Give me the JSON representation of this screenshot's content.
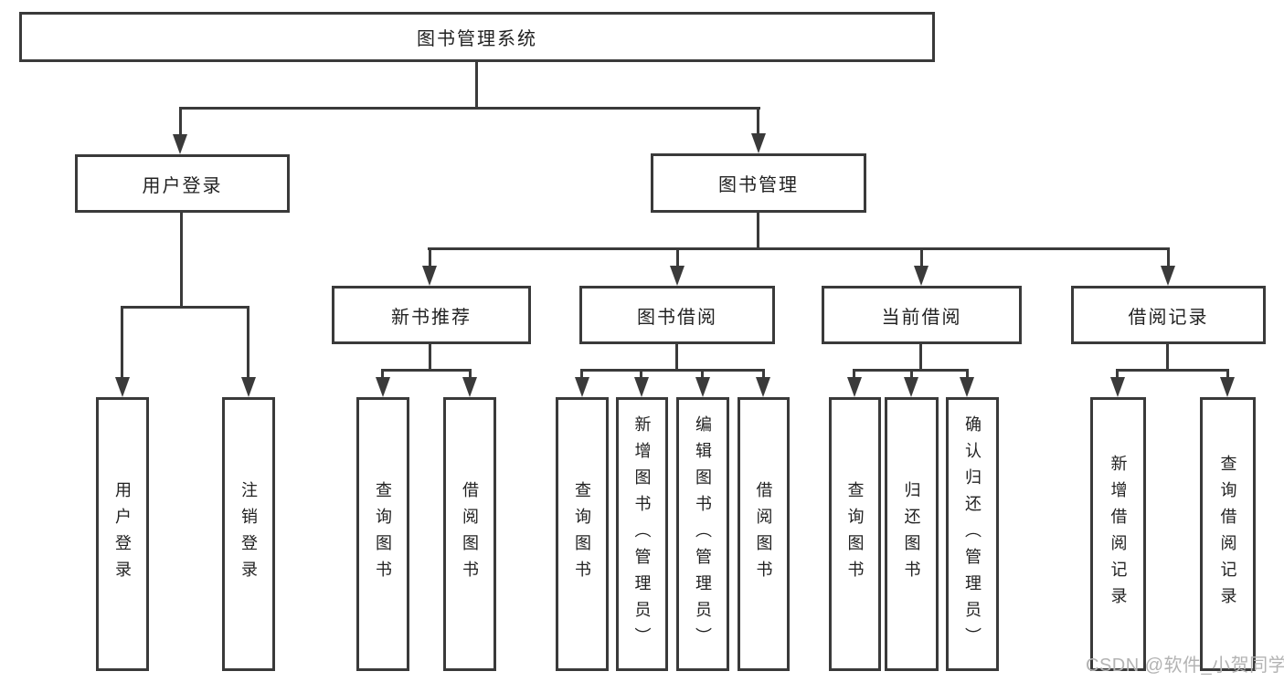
{
  "diagram": {
    "title": "图书管理系统",
    "root": {
      "label": "图书管理系统"
    },
    "branches": [
      {
        "label": "用户登录",
        "children": [
          {
            "label": "用户登录"
          },
          {
            "label": "注销登录"
          }
        ]
      },
      {
        "label": "图书管理",
        "groups": [
          {
            "label": "新书推荐",
            "children": [
              {
                "label": "查询图书"
              },
              {
                "label": "借阅图书"
              }
            ]
          },
          {
            "label": "图书借阅",
            "children": [
              {
                "label": "查询图书"
              },
              {
                "label": "新增图书（管理员）"
              },
              {
                "label": "编辑图书（管理员）"
              },
              {
                "label": "借阅图书"
              }
            ]
          },
          {
            "label": "当前借阅",
            "children": [
              {
                "label": "查询图书"
              },
              {
                "label": "归还图书"
              },
              {
                "label": "确认归还（管理员）"
              }
            ]
          },
          {
            "label": "借阅记录",
            "children": [
              {
                "label": "新增借阅记录"
              },
              {
                "label": "查询借阅记录"
              }
            ]
          }
        ]
      }
    ],
    "colors": {
      "line": "#3a3a3a",
      "box_border": "#3a3a3a",
      "text": "#222222",
      "background": "#ffffff",
      "watermark": "#b3b3b3"
    }
  },
  "watermark": {
    "text": "CSDN @软件_小贺同学"
  }
}
